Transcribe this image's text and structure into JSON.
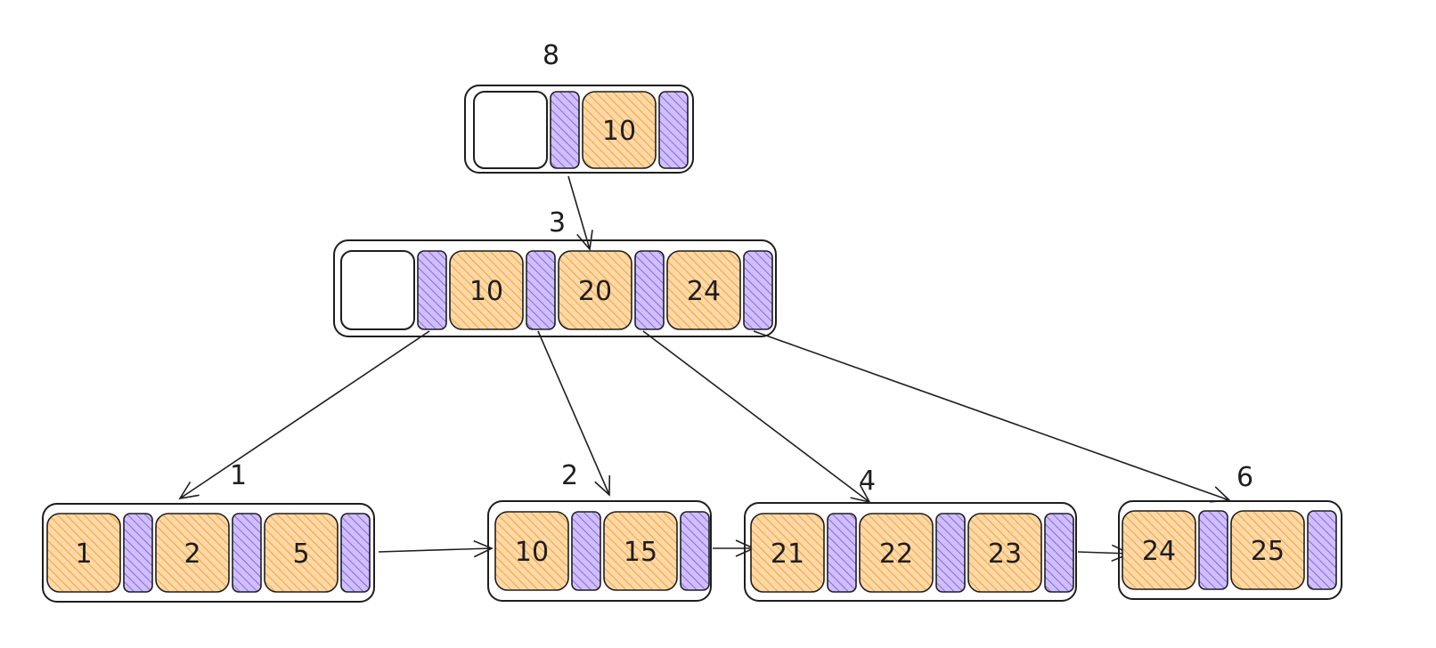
{
  "colors": {
    "key_fill": "#ffd8a8",
    "key_hatch": "#f08c00",
    "pointer_fill": "#d0bfff",
    "pointer_hatch": "#6741d9",
    "stroke": "#1e1e1e",
    "background": "#ffffff"
  },
  "nodes": [
    {
      "id": "root",
      "page": "8",
      "keys": [
        "10"
      ],
      "leading_empty": true
    },
    {
      "id": "internal",
      "page": "3",
      "keys": [
        "10",
        "20",
        "24"
      ],
      "leading_empty": true
    },
    {
      "id": "leaf-1",
      "page": "1",
      "keys": [
        "1",
        "2",
        "5"
      ],
      "leading_empty": false
    },
    {
      "id": "leaf-2",
      "page": "2",
      "keys": [
        "10",
        "15"
      ],
      "leading_empty": false
    },
    {
      "id": "leaf-4",
      "page": "4",
      "keys": [
        "21",
        "22",
        "23"
      ],
      "leading_empty": false
    },
    {
      "id": "leaf-6",
      "page": "6",
      "keys": [
        "24",
        "25"
      ],
      "leading_empty": false
    }
  ],
  "edges": [
    {
      "from": "root",
      "to": "internal",
      "type": "child-pointer"
    },
    {
      "from": "internal",
      "to": "leaf-1",
      "type": "child-pointer"
    },
    {
      "from": "internal",
      "to": "leaf-2",
      "type": "child-pointer"
    },
    {
      "from": "internal",
      "to": "leaf-4",
      "type": "child-pointer"
    },
    {
      "from": "internal",
      "to": "leaf-6",
      "type": "child-pointer"
    },
    {
      "from": "leaf-1",
      "to": "leaf-2",
      "type": "sibling-link"
    },
    {
      "from": "leaf-2",
      "to": "leaf-4",
      "type": "sibling-link"
    },
    {
      "from": "leaf-4",
      "to": "leaf-6",
      "type": "sibling-link"
    }
  ]
}
